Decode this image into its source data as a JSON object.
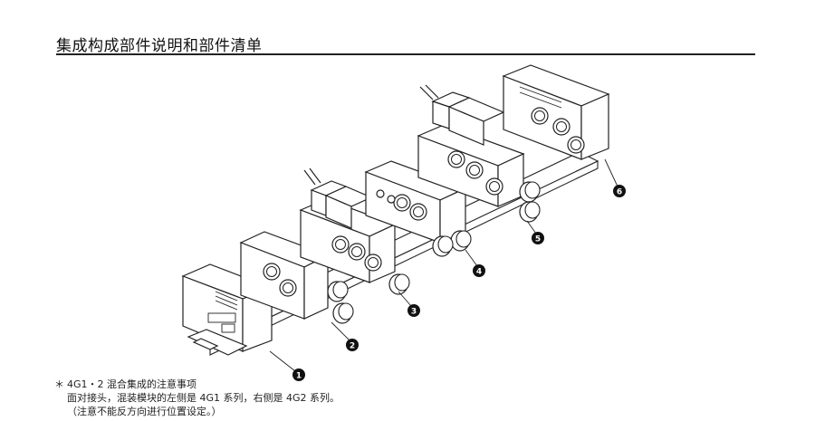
{
  "header": {
    "title": "集成构成部件说明和部件清单"
  },
  "diagram": {
    "callouts": [
      "1",
      "2",
      "3",
      "4",
      "5",
      "6"
    ]
  },
  "note": {
    "marker": "＊",
    "heading": "4G1・2 混合集成的注意事项",
    "line1": "面对接头，混装模块的左侧是 4G1 系列，右侧是 4G2 系列。",
    "line2": "（注意不能反方向进行位置设定。）"
  }
}
